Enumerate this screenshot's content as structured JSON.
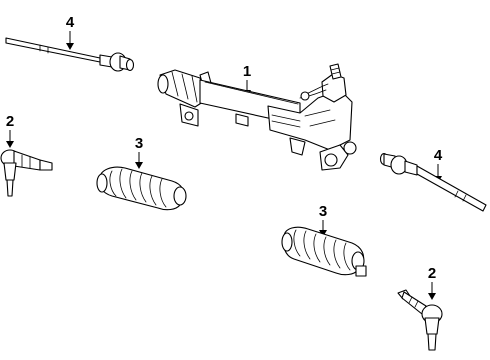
{
  "diagram": {
    "callouts": [
      {
        "id": "rack-gear",
        "label": "1"
      },
      {
        "id": "outer-tie-rod-left",
        "label": "2"
      },
      {
        "id": "outer-tie-rod-right",
        "label": "2"
      },
      {
        "id": "boot-left",
        "label": "3"
      },
      {
        "id": "boot-right",
        "label": "3"
      },
      {
        "id": "inner-tie-rod-left",
        "label": "4"
      },
      {
        "id": "inner-tie-rod-right",
        "label": "4"
      }
    ],
    "colors": {
      "line": "#000000",
      "background": "#ffffff"
    }
  }
}
